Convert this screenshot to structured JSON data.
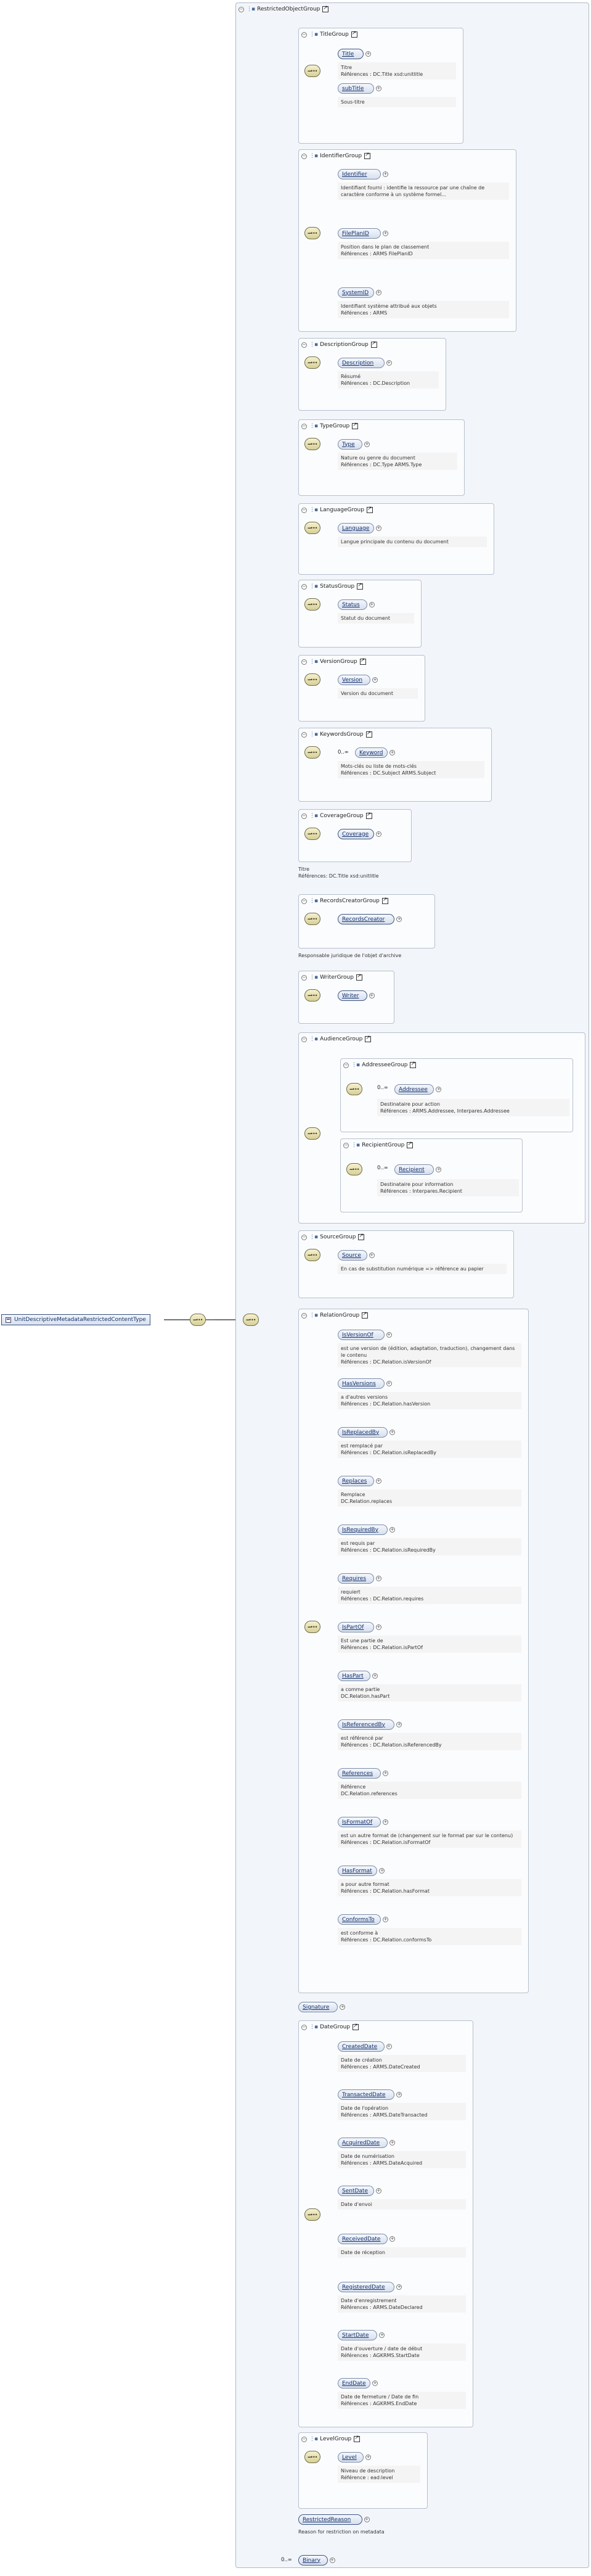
{
  "root": {
    "label": "UnitDescriptiveMetadataRestrictedContentType"
  },
  "outer_group": {
    "title": "RestrictedObjectGroup"
  },
  "groups": [
    {
      "id": "title",
      "title": "TitleGroup",
      "elements": [
        {
          "label": "Title",
          "mult": "",
          "req": true,
          "note": "Titre\nRéférences : DC.Title xsd:unitlitle"
        },
        {
          "label": "subTitle",
          "mult": "",
          "req": false,
          "note": "Sous-titre"
        }
      ]
    },
    {
      "id": "identifier",
      "title": "IdentifierGroup",
      "elements": [
        {
          "label": "Identifier",
          "mult": "",
          "req": false,
          "note": "Identifiant fourni : identifie la ressource par une chaîne de caractère conforme à un système formel..."
        },
        {
          "label": "FilePlanID",
          "mult": "",
          "req": false,
          "note": "Position dans le plan de classement\nRéférences : ARMS FilePlanID"
        },
        {
          "label": "SystemID",
          "mult": "",
          "req": false,
          "note": "Identifiant système attribué aux objets\nRéférences : ARMS"
        }
      ]
    },
    {
      "id": "description",
      "title": "DescriptionGroup",
      "elements": [
        {
          "label": "Description",
          "mult": "",
          "req": false,
          "note": "Résumé\nRéférences : DC.Description"
        }
      ]
    },
    {
      "id": "type",
      "title": "TypeGroup",
      "elements": [
        {
          "label": "Type",
          "mult": "",
          "req": false,
          "note": "Nature ou genre du document\nRéférences : DC.Type ARMS.Type"
        }
      ]
    },
    {
      "id": "language",
      "title": "LanguageGroup",
      "elements": [
        {
          "label": "Language",
          "mult": "",
          "req": false,
          "note": "Langue principale du contenu du document"
        }
      ]
    },
    {
      "id": "status",
      "title": "StatusGroup",
      "elements": [
        {
          "label": "Status",
          "mult": "",
          "req": false,
          "note": "Statut du document"
        }
      ]
    },
    {
      "id": "version",
      "title": "VersionGroup",
      "elements": [
        {
          "label": "Version",
          "mult": "",
          "req": false,
          "note": "Version du document"
        }
      ]
    },
    {
      "id": "keywords",
      "title": "KeywordsGroup",
      "elements": [
        {
          "label": "Keyword",
          "mult": "0..∞",
          "req": false,
          "note": "Mots-clés ou liste de mots-clés\nRéférences : DC.Subject ARMS.Subject"
        }
      ]
    },
    {
      "id": "coverage",
      "title": "CoverageGroup",
      "elements": [
        {
          "label": "Coverage",
          "mult": "",
          "req": true,
          "note": ""
        }
      ],
      "after_note": "Titre\nRéférences: DC.Title xsd:unitlitle"
    },
    {
      "id": "recordscreator",
      "title": "RecordsCreatorGroup",
      "elements": [
        {
          "label": "RecordsCreator",
          "mult": "",
          "req": true,
          "note": ""
        }
      ],
      "after_note": "Responsable juridique de l'objet d'archive"
    },
    {
      "id": "writer",
      "title": "WriterGroup",
      "elements": [
        {
          "label": "Writer",
          "mult": "",
          "req": true,
          "note": ""
        }
      ]
    },
    {
      "id": "source",
      "title": "SourceGroup",
      "elements": [
        {
          "label": "Source",
          "mult": "",
          "req": false,
          "note": "En cas de substitution numérique => référence au papier"
        }
      ]
    },
    {
      "id": "relation",
      "title": "RelationGroup",
      "elements": [
        {
          "label": "IsVersionOf",
          "mult": "",
          "req": false,
          "note": "est une version de (édition, adaptation, traduction), changement dans le contenu\nRéférences : DC.Relation.isVersionOf"
        },
        {
          "label": "HasVersions",
          "mult": "",
          "req": false,
          "note": "a d'autres versions\nRéférences : DC.Relation.hasVersion"
        },
        {
          "label": "IsReplacedBy",
          "mult": "",
          "req": false,
          "note": "est remplacé par\nRéférences : DC.Relation.isReplacedBy"
        },
        {
          "label": "Replaces",
          "mult": "",
          "req": false,
          "note": "Remplace\nDC.Relation.replaces"
        },
        {
          "label": "IsRequiredBy",
          "mult": "",
          "req": false,
          "note": "est requis par\nRéférences : DC.Relation.isRequiredBy"
        },
        {
          "label": "Requires",
          "mult": "",
          "req": false,
          "note": "requiert\nRéférences : DC.Relation.requires"
        },
        {
          "label": "IsPartOf",
          "mult": "",
          "req": false,
          "note": "Est une partie de\nRéférences : DC.Relation.isPartOf"
        },
        {
          "label": "HasPart",
          "mult": "",
          "req": false,
          "note": "a comme partie\nDC.Relation.hasPart"
        },
        {
          "label": "IsReferencedBy",
          "mult": "",
          "req": false,
          "note": "est référencé par\nRéférences : DC.Relation.isReferencedBy"
        },
        {
          "label": "References",
          "mult": "",
          "req": false,
          "note": "Référence\nDC.Relation.references"
        },
        {
          "label": "IsFormatOf",
          "mult": "",
          "req": false,
          "note": "est un autre format de (changement sur le format par sur le contenu)\nRéférences : DC.Relation.isFormatOf"
        },
        {
          "label": "HasFormat",
          "mult": "",
          "req": false,
          "note": "a pour autre format\nRéférences : DC.Relation.hasFormat"
        },
        {
          "label": "ConformsTo",
          "mult": "",
          "req": false,
          "note": "est conforme à\nRéférences : DC.Relation.conformsTo"
        }
      ]
    },
    {
      "id": "date",
      "title": "DateGroup",
      "elements": [
        {
          "label": "CreatedDate",
          "mult": "",
          "req": false,
          "note": "Date de création\nRéférences : ARMS.DateCreated"
        },
        {
          "label": "TransactedDate",
          "mult": "",
          "req": false,
          "note": "Date de l'opération\nRéférences : ARMS.DateTransacted"
        },
        {
          "label": "AcquiredDate",
          "mult": "",
          "req": false,
          "note": "Date de numérisation\nRéférences : ARMS.DateAcquired"
        },
        {
          "label": "SentDate",
          "mult": "",
          "req": false,
          "note": "Date d'envoi"
        },
        {
          "label": "ReceivedDate",
          "mult": "",
          "req": false,
          "note": "Date de réception"
        },
        {
          "label": "RegisteredDate",
          "mult": "",
          "req": false,
          "note": "Date d'enregistrement\nRéférences : ARMS.DateDeclared"
        },
        {
          "label": "StartDate",
          "mult": "",
          "req": false,
          "note": "Date d'ouverture / date de début\nRéférences : AGKRMS.StartDate"
        },
        {
          "label": "EndDate",
          "mult": "",
          "req": false,
          "note": "Date de fermeture / Date de fin\nRéférences : AGKRMS.EndDate"
        }
      ]
    },
    {
      "id": "level",
      "title": "LevelGroup",
      "elements": [
        {
          "label": "Level",
          "mult": "",
          "req": false,
          "note": "Niveau de description\nRéférence : ead:level"
        }
      ]
    }
  ],
  "audience": {
    "title": "AudienceGroup",
    "subgroups": [
      {
        "id": "addressee",
        "title": "AddresseeGroup",
        "element": {
          "label": "Addressee",
          "mult": "0..∞",
          "note": "Destinataire pour action\nRéférences : ARMS.Addressee, Interpares.Addressee"
        }
      },
      {
        "id": "recipient",
        "title": "RecipientGroup",
        "element": {
          "label": "Recipient",
          "mult": "0..∞",
          "note": "Destinataire pour information\nRéférences : Interpares.Recipient"
        }
      }
    ]
  },
  "signature": {
    "label": "Signature"
  },
  "restricted_reason": {
    "label": "RestrictedReason",
    "note": "Reason for restriction on metadata"
  },
  "binary": {
    "label": "Binary",
    "mult": "0..∞"
  },
  "icons": {
    "sequence": "sequence-compositor-icon",
    "link": "external-link-icon",
    "group": "model-group-icon"
  }
}
